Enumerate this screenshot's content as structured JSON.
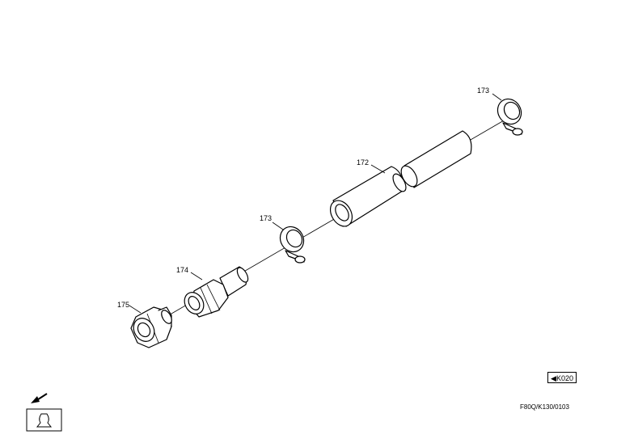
{
  "callouts": {
    "part_173_top": "173",
    "part_172": "172",
    "part_173_mid": "173",
    "part_174": "174",
    "part_175": "175"
  },
  "reference": {
    "arrow_glyph": "◀",
    "code": "K020"
  },
  "drawing_code": "F80Q/K130/0103",
  "icons": {
    "corner_arrow": "arrow-down-left-icon",
    "corner_symbol": "engine-symbol-icon"
  }
}
